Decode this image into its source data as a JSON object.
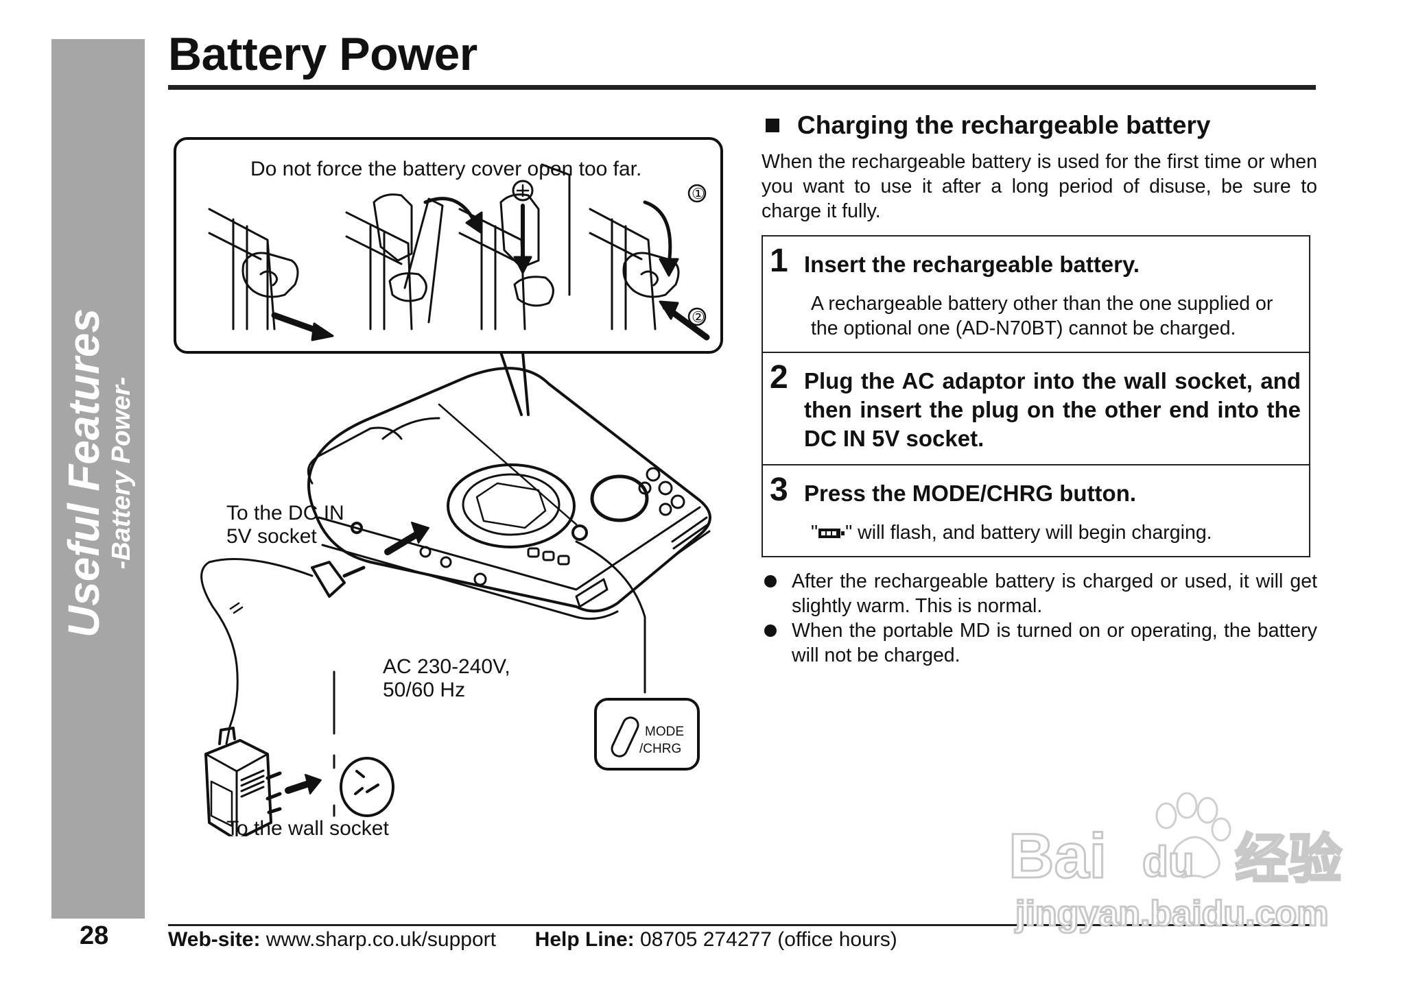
{
  "sidebar": {
    "title": "Useful Features",
    "subtitle": "-Battery Power-"
  },
  "page": {
    "title": "Battery Power",
    "number": "28"
  },
  "diagram": {
    "callout": "Do not force the battery cover open too far.",
    "markers": [
      "①",
      "②"
    ],
    "plus_symbol": "+",
    "dc_label_1": "To the DC IN",
    "dc_label_2": "5V socket",
    "ac_label_1": "AC 230-240V,",
    "ac_label_2": "50/60 Hz",
    "wall_label": "To the wall socket",
    "button_label_1": "MODE",
    "button_label_2": "/CHRG"
  },
  "section": {
    "heading": "Charging the rechargeable battery",
    "intro": "When the rechargeable battery is used for the first time or when you want to use it after a long period of disuse, be sure to charge it fully."
  },
  "steps": [
    {
      "number": "1",
      "title": "Insert the rechargeable battery.",
      "note": "A rechargeable battery other than the one supplied or the optional one (AD-N70BT) cannot be charged."
    },
    {
      "number": "2",
      "title": "Plug the AC adaptor into the wall socket, and then insert the plug on the other end into the DC IN 5V socket."
    },
    {
      "number": "3",
      "title": "Press the MODE/CHRG button.",
      "note_pre": "\"",
      "note_post": "\" will flash, and battery will begin charging."
    }
  ],
  "bullets": [
    "After the rechargeable battery is charged or used, it will get slightly warm. This is normal.",
    "When the portable MD is turned on or operating, the battery will not be charged."
  ],
  "footer": {
    "website_label": "Web-site:",
    "website": "www.sharp.co.uk/support",
    "helpline_label": "Help Line:",
    "helpline": "08705 274277 (office hours)"
  },
  "watermark": {
    "brand": "Bai",
    "brand2": "du",
    "cn": "经验",
    "url": "jingyan.baidu.com"
  }
}
